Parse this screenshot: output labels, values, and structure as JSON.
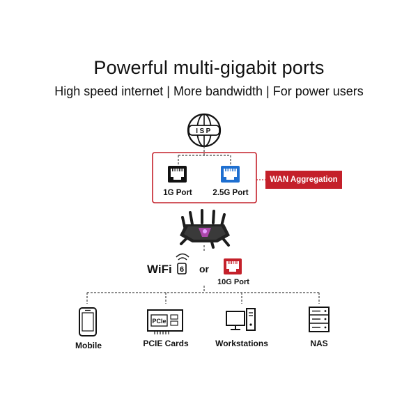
{
  "heading": {
    "title": "Powerful multi-gigabit ports",
    "subtitle": "High speed internet | More bandwidth | For power users"
  },
  "isp": {
    "label": "ISP"
  },
  "ports": [
    {
      "label": "1G Port",
      "icon": "ethernet-port-icon",
      "color": "#111111"
    },
    {
      "label": "2.5G Port",
      "icon": "ethernet-port-icon",
      "color": "#1e6fd0"
    }
  ],
  "wan_aggregation": {
    "label": "WAN Aggregation",
    "color": "#c4202a"
  },
  "router": {
    "icon": "router-icon"
  },
  "connection": {
    "wifi_label": "WiFi",
    "wifi_version": "6",
    "or_label": "or",
    "port_10g": {
      "label": "10G Port",
      "color": "#c4202a"
    }
  },
  "devices": [
    {
      "label": "Mobile",
      "icon": "mobile-icon"
    },
    {
      "label": "PCIE Cards",
      "icon": "pcie-card-icon",
      "chip_text": "PCIe"
    },
    {
      "label": "Workstations",
      "icon": "workstation-icon"
    },
    {
      "label": "NAS",
      "icon": "nas-icon"
    }
  ]
}
